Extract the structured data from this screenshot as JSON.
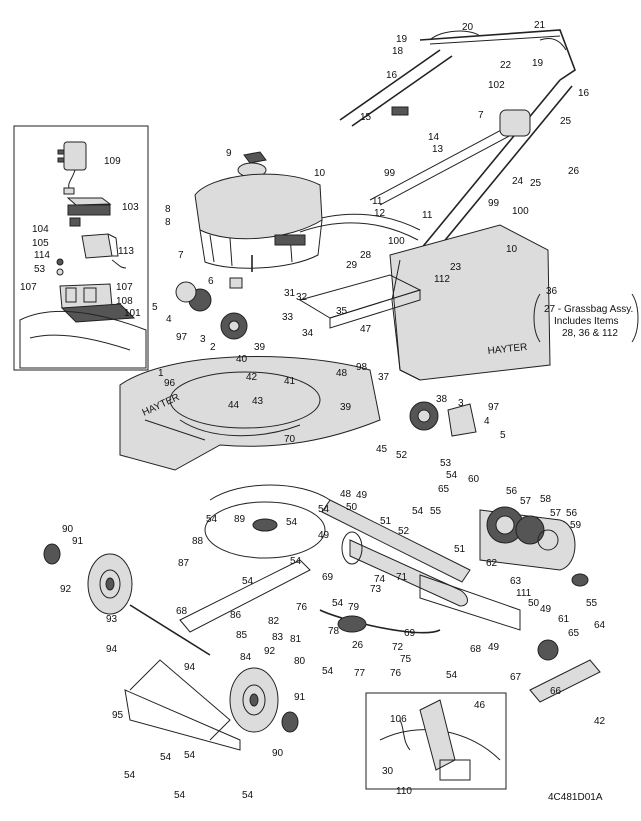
{
  "diagram": {
    "drawing_code": "4C481D01A",
    "note": {
      "line1": "27 - Grassbag Assy.",
      "line2": "Includes Items",
      "line3": "28, 36 & 112"
    },
    "labels": [
      "1",
      "2",
      "3",
      "3",
      "4",
      "4",
      "5",
      "5",
      "6",
      "7",
      "7",
      "8",
      "8",
      "9",
      "10",
      "10",
      "11",
      "11",
      "12",
      "13",
      "14",
      "15",
      "16",
      "16",
      "18",
      "19",
      "19",
      "20",
      "21",
      "22",
      "23",
      "24",
      "25",
      "25",
      "26",
      "26",
      "28",
      "29",
      "30",
      "31",
      "32",
      "33",
      "34",
      "35",
      "36",
      "37",
      "38",
      "39",
      "39",
      "40",
      "41",
      "42",
      "42",
      "43",
      "44",
      "45",
      "46",
      "47",
      "48",
      "48",
      "49",
      "49",
      "49",
      "49",
      "50",
      "50",
      "51",
      "51",
      "52",
      "52",
      "53",
      "53",
      "54",
      "54",
      "54",
      "54",
      "54",
      "54",
      "54",
      "54",
      "54",
      "54",
      "54",
      "54",
      "54",
      "54",
      "54",
      "55",
      "55",
      "56",
      "56",
      "57",
      "57",
      "58",
      "59",
      "60",
      "61",
      "62",
      "63",
      "64",
      "65",
      "65",
      "66",
      "67",
      "68",
      "68",
      "69",
      "69",
      "70",
      "71",
      "72",
      "73",
      "74",
      "75",
      "76",
      "76",
      "77",
      "78",
      "79",
      "80",
      "81",
      "82",
      "83",
      "84",
      "85",
      "86",
      "87",
      "88",
      "89",
      "90",
      "90",
      "91",
      "91",
      "92",
      "92",
      "93",
      "94",
      "94",
      "95",
      "96",
      "97",
      "97",
      "98",
      "99",
      "99",
      "100",
      "100",
      "101",
      "102",
      "103",
      "104",
      "105",
      "106",
      "107",
      "107",
      "108",
      "109",
      "110",
      "111",
      "112",
      "113",
      "114"
    ]
  }
}
